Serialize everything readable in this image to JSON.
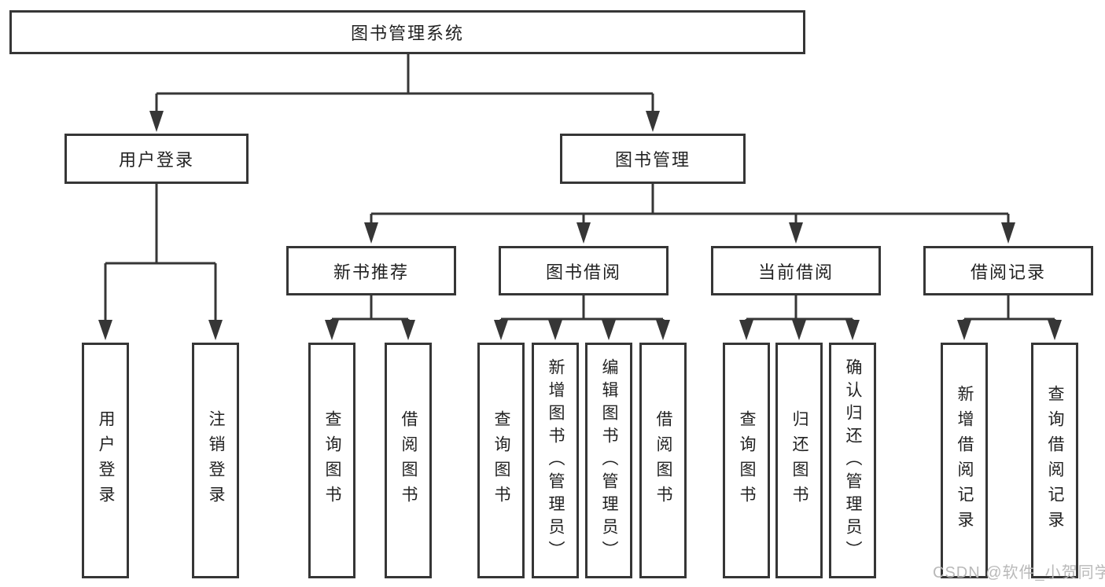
{
  "colors": {
    "line": "#363636",
    "box_border": "#363636",
    "text": "#222222",
    "background": "#ffffff",
    "watermark_text_color": "#b9b9b9"
  },
  "tree": {
    "label": "图书管理系统",
    "children": [
      {
        "label": "用户登录",
        "children": [
          {
            "label": "用户登录"
          },
          {
            "label": "注销登录"
          }
        ]
      },
      {
        "label": "图书管理",
        "children": [
          {
            "label": "新书推荐",
            "children": [
              {
                "label": "查询图书"
              },
              {
                "label": "借阅图书"
              }
            ]
          },
          {
            "label": "图书借阅",
            "children": [
              {
                "label": "查询图书"
              },
              {
                "label": "新增图书（管理员）"
              },
              {
                "label": "编辑图书（管理员）"
              },
              {
                "label": "借阅图书"
              }
            ]
          },
          {
            "label": "当前借阅",
            "children": [
              {
                "label": "查询图书"
              },
              {
                "label": "归还图书"
              },
              {
                "label": "确认归还（管理员）"
              }
            ]
          },
          {
            "label": "借阅记录",
            "children": [
              {
                "label": "新增借阅记录"
              },
              {
                "label": "查询借阅记录"
              }
            ]
          }
        ]
      }
    ]
  },
  "watermark": "CSDN @软件_小贺同学"
}
